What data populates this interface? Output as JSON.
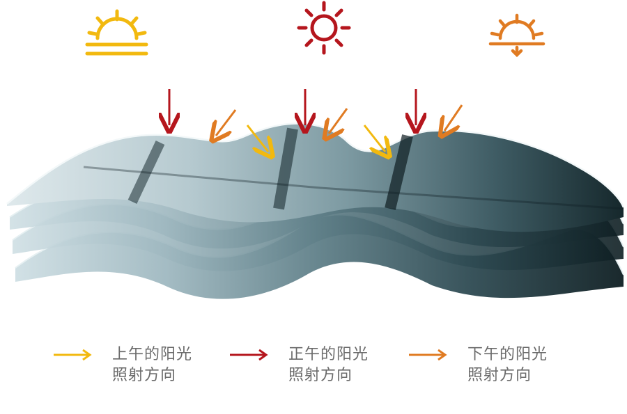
{
  "colors": {
    "morning": "#f2b90f",
    "noon": "#b5161d",
    "afternoon": "#e07b22",
    "legend_text": "#6a6a6a"
  },
  "icons": {
    "morning": "sunrise-icon",
    "noon": "sun-icon",
    "afternoon": "sunset-icon"
  },
  "legend": [
    {
      "key": "morning",
      "line1": "上午的阳光",
      "line2": "照射方向"
    },
    {
      "key": "noon",
      "line1": "正午的阳光",
      "line2": "照射方向"
    },
    {
      "key": "afternoon",
      "line1": "下午的阳光",
      "line2": "照射方向"
    }
  ]
}
